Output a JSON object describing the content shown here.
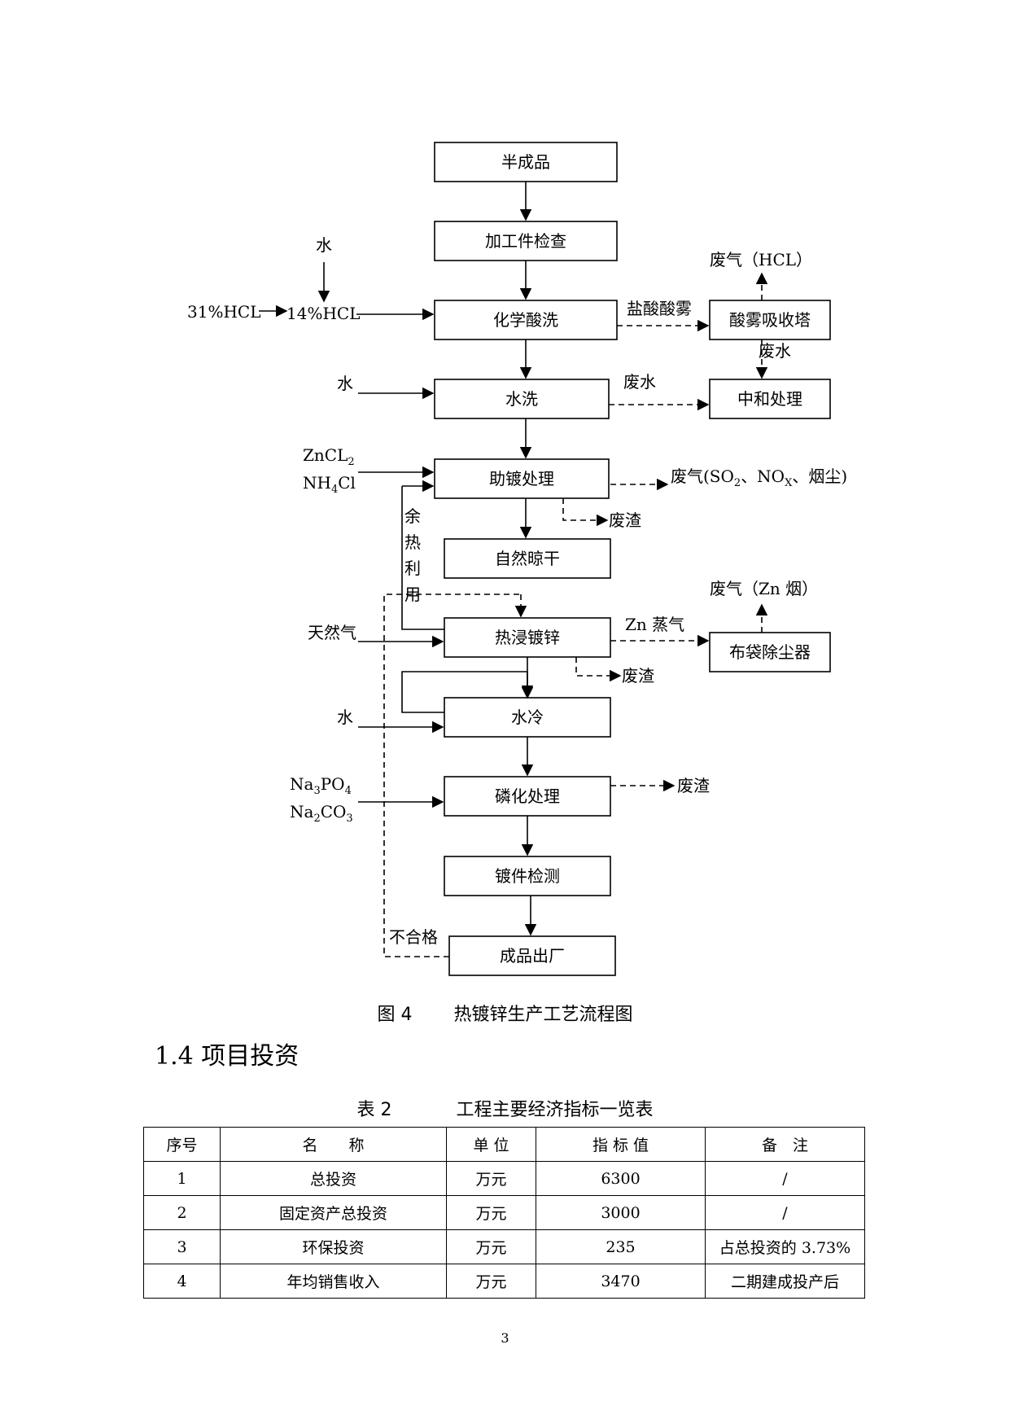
{
  "flowchart": {
    "boxes": {
      "semi": "半成品",
      "inspect": "加工件检查",
      "pickling": "化学酸洗",
      "acid_tower": "酸雾吸收塔",
      "wash": "水洗",
      "neutral": "中和处理",
      "flux": "助镀处理",
      "dry": "自然晾干",
      "galv": "热浸镀锌",
      "bag": "布袋除尘器",
      "cool": "水冷",
      "phos": "磷化处理",
      "check": "镀件检测",
      "out": "成品出厂"
    },
    "labels": {
      "water_top": "水",
      "hcl31": "31%HCL",
      "hcl14": "14%HCL",
      "acid_mist": "盐酸酸雾",
      "waste_gas_hcl": "废气（HCL）",
      "wastewater1": "废水",
      "water_wash": "水",
      "wastewater2": "废水",
      "zncl_main": "ZnCL",
      "zncl_sub": "2",
      "nh4_a": "NH",
      "nh4_sub": "4",
      "nh4_b": "Cl",
      "flux_gas_a": "废气(SO",
      "flux_gas_sub1": "2",
      "flux_gas_b": "、NO",
      "flux_gas_sub2": "X",
      "flux_gas_c": "、烟尘)",
      "slag1": "废渣",
      "reheat": [
        "余",
        "热",
        "利",
        "用"
      ],
      "natgas": "天然气",
      "zn_vapor": "Zn 蒸气",
      "zn_smoke": "废气（Zn 烟）",
      "slag2": "废渣",
      "water_cool": "水",
      "na3_a": "Na",
      "na3_sub1": "3",
      "na3_b": "PO",
      "na3_sub2": "4",
      "na2_a": "Na",
      "na2_sub1": "2",
      "na2_b": "CO",
      "na2_sub2": "3",
      "slag3": "废渣",
      "reject": "不合格"
    }
  },
  "figure_caption": {
    "number": "图 4",
    "title": "热镀锌生产工艺流程图"
  },
  "section_heading": "1.4 项目投资",
  "table_caption": {
    "number": "表 2",
    "title": "工程主要经济指标一览表"
  },
  "table": {
    "headers": [
      "序号",
      "名　　称",
      "单 位",
      "指 标 值",
      "备　注"
    ],
    "rows": [
      [
        "1",
        "总投资",
        "万元",
        "6300",
        "/"
      ],
      [
        "2",
        "固定资产总投资",
        "万元",
        "3000",
        "/"
      ],
      [
        "3",
        "环保投资",
        "万元",
        "235",
        "占总投资的 3.73%"
      ],
      [
        "4",
        "年均销售收入",
        "万元",
        "3470",
        "二期建成投产后"
      ]
    ]
  },
  "page_number": "3"
}
